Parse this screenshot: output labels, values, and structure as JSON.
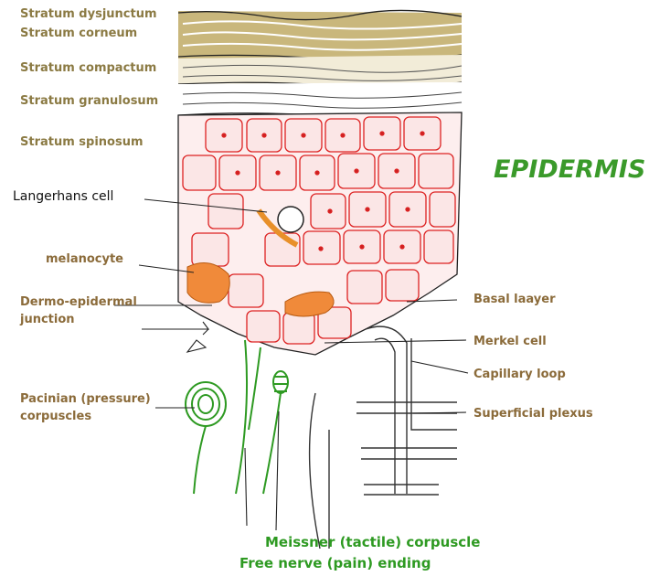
{
  "title": "EPIDERMIS",
  "layers": {
    "dysjunctum": "Stratum dysjunctum",
    "corneum": "Stratum corneum",
    "compactum": "Stratum compactum",
    "granulosum": "Stratum granulosum",
    "spinosum": "Stratum spinosum"
  },
  "cells": {
    "langerhans": "Langerhans cell",
    "melanocyte": "melanocyte",
    "junction": [
      "Dermo-epidermal",
      "junction"
    ]
  },
  "right_labels": {
    "basal": "Basal laayer",
    "merkel": "Merkel cell",
    "capillary": "Capillary loop",
    "plexus": "Superficial plexus"
  },
  "pacinian": [
    "Pacinian (pressure)",
    "corpuscles"
  ],
  "meissner": "Meissner (tactile) corpuscle",
  "free_nerve": "Free nerve (pain) ending",
  "colors": {
    "layer_text": "#8b7a43",
    "side_text": "#8b6b3a",
    "epidermis_title": "#3a9a2a",
    "nerve_green": "#2e9a22",
    "cell_red": "#e03030",
    "melanocyte_orange": "#f08a3a",
    "corneum_tan": "#c8b880"
  }
}
